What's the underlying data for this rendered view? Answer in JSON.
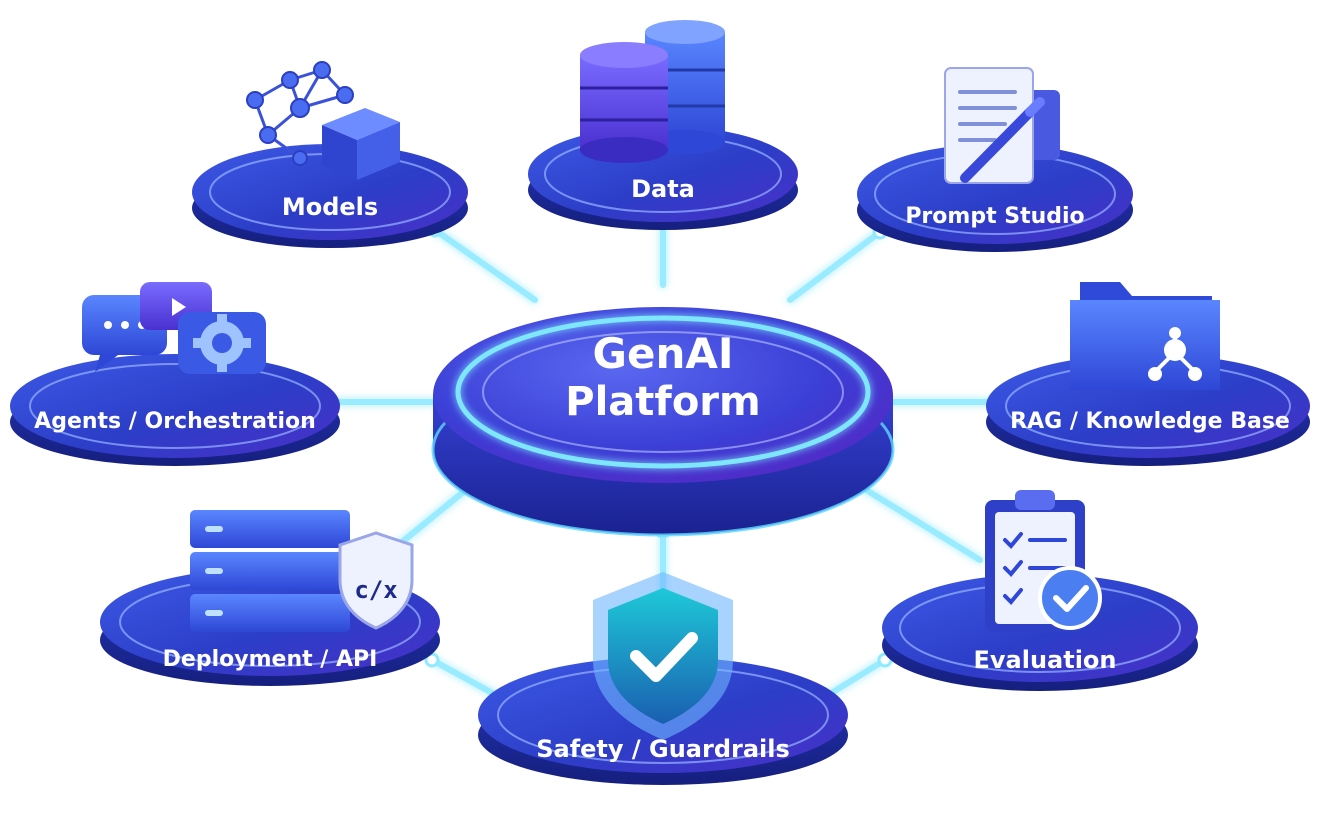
{
  "hub": {
    "line1": "GenAI",
    "line2": "Platform"
  },
  "modules": {
    "models": "Models",
    "data": "Data",
    "prompt_studio": "Prompt Studio",
    "agents": "Agents / Orchestration",
    "rag": "RAG / Knowledge Base",
    "deployment": "Deployment / API",
    "safety": "Safety / Guardrails",
    "evaluation": "Evaluation"
  },
  "icon_text": {
    "code_glyph": "c/x"
  },
  "icons": {
    "models": "network-cube-icon",
    "data": "database-icon",
    "prompt_studio": "document-pen-icon",
    "agents": "chat-gear-icon",
    "rag": "folder-network-icon",
    "deployment": "server-code-shield-icon",
    "safety": "shield-check-icon",
    "evaluation": "clipboard-check-icon"
  },
  "colors": {
    "platform_blue": "#2a3fc4",
    "platform_violet": "#5a30d0",
    "glow_cyan": "#7fe6ff",
    "connector": "#8fe9ff",
    "background": "#ffffff"
  }
}
